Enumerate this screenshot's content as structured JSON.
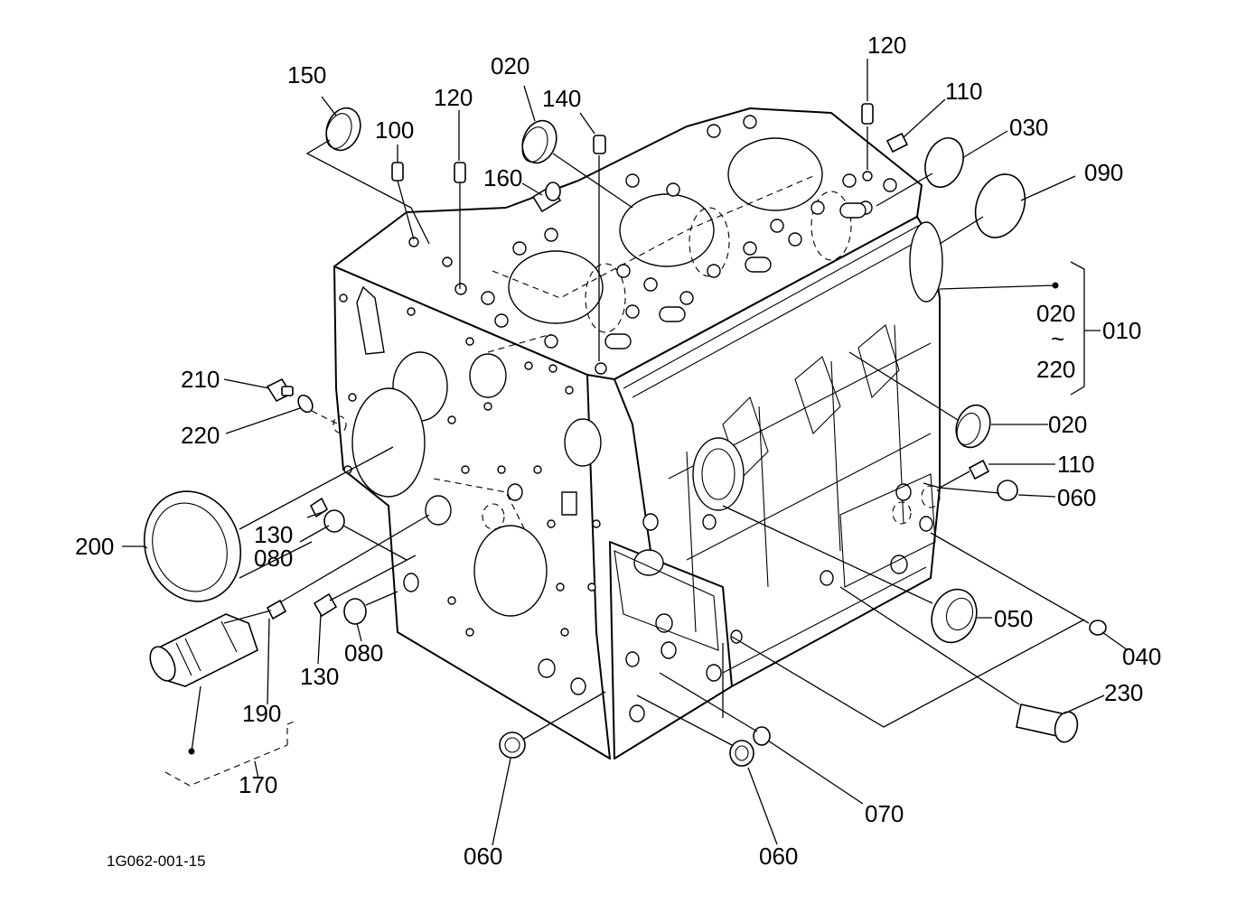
{
  "diagram": {
    "code": "1G062-001-15",
    "callouts": {
      "c150": "150",
      "c100": "100",
      "c120a": "120",
      "c020a": "020",
      "c140": "140",
      "c160": "160",
      "c120b": "120",
      "c110a": "110",
      "c030": "030",
      "c090": "090",
      "c020b": "020",
      "c010": "010",
      "c220b": "220",
      "c210": "210",
      "c220a": "220",
      "c020c": "020",
      "c110b": "110",
      "c060a": "060",
      "c130a": "130",
      "c080a": "080",
      "c200": "200",
      "c050": "050",
      "c040": "040",
      "c130b": "130",
      "c080b": "080",
      "c190": "190",
      "c230": "230",
      "c170": "170",
      "c070": "070",
      "c060b": "060",
      "c060c": "060"
    },
    "range_tilde": "~"
  }
}
